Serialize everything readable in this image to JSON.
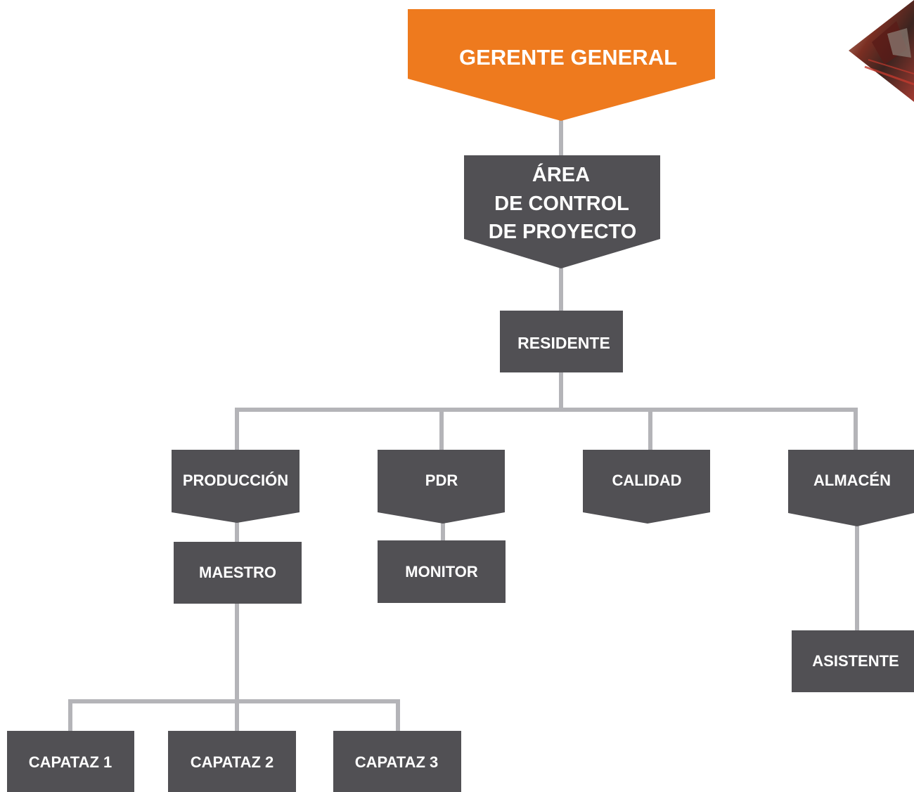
{
  "colors": {
    "accent": "#ee7a1e",
    "box": "#515054",
    "line": "#b4b4b8",
    "label": "#ffffff"
  },
  "nodes": {
    "gerente_general": "GERENTE GENERAL",
    "area_control": [
      "ÁREA",
      "DE CONTROL",
      "DE PROYECTO"
    ],
    "residente": "RESIDENTE",
    "produccion": "PRODUCCIÓN",
    "pdr": "PDR",
    "calidad": "CALIDAD",
    "almacen": "ALMACÉN",
    "maestro": "MAESTRO",
    "monitor": "MONITOR",
    "asistente": "ASISTENTE",
    "capataz_1": "CAPATAZ 1",
    "capataz_2": "CAPATAZ 2",
    "capataz_3": "CAPATAZ 3"
  },
  "corner_image": {
    "icon": "construction-photo-icon"
  }
}
